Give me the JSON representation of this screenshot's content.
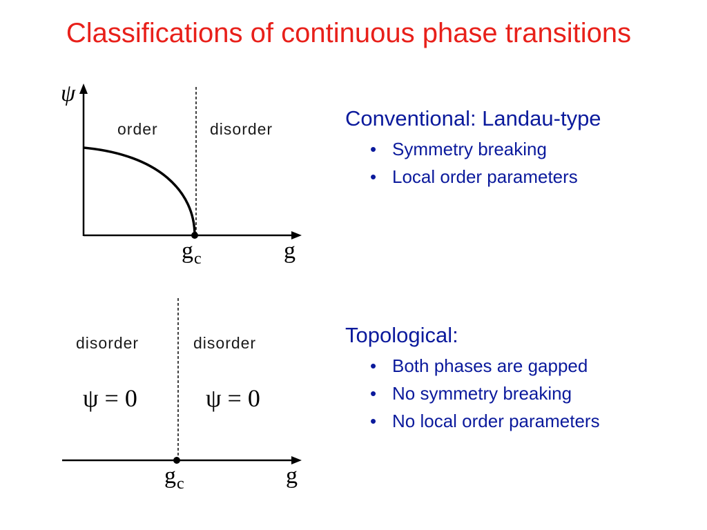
{
  "slide": {
    "title": "Classifications of continuous phase transitions"
  },
  "diagram_conventional": {
    "y_axis_label": "ψ",
    "x_axis_label": "g",
    "critical_label_base": "g",
    "critical_label_sub": "c",
    "left_region_label": "order",
    "right_region_label": "disorder"
  },
  "diagram_topological": {
    "x_axis_label": "g",
    "critical_label_base": "g",
    "critical_label_sub": "c",
    "left_region_label": "disorder",
    "right_region_label": "disorder",
    "left_equation": "ψ = 0",
    "right_equation": "ψ = 0"
  },
  "conventional": {
    "heading": "Conventional: Landau-type",
    "bullets": [
      "Symmetry breaking",
      "Local order parameters"
    ]
  },
  "topological": {
    "heading": "Topological:",
    "bullets": [
      "Both phases are gapped",
      "No symmetry breaking",
      "No local order parameters"
    ]
  },
  "colors": {
    "title": "#e8201a",
    "body_text": "#0b1a9c",
    "diagram_ink": "#000000"
  }
}
